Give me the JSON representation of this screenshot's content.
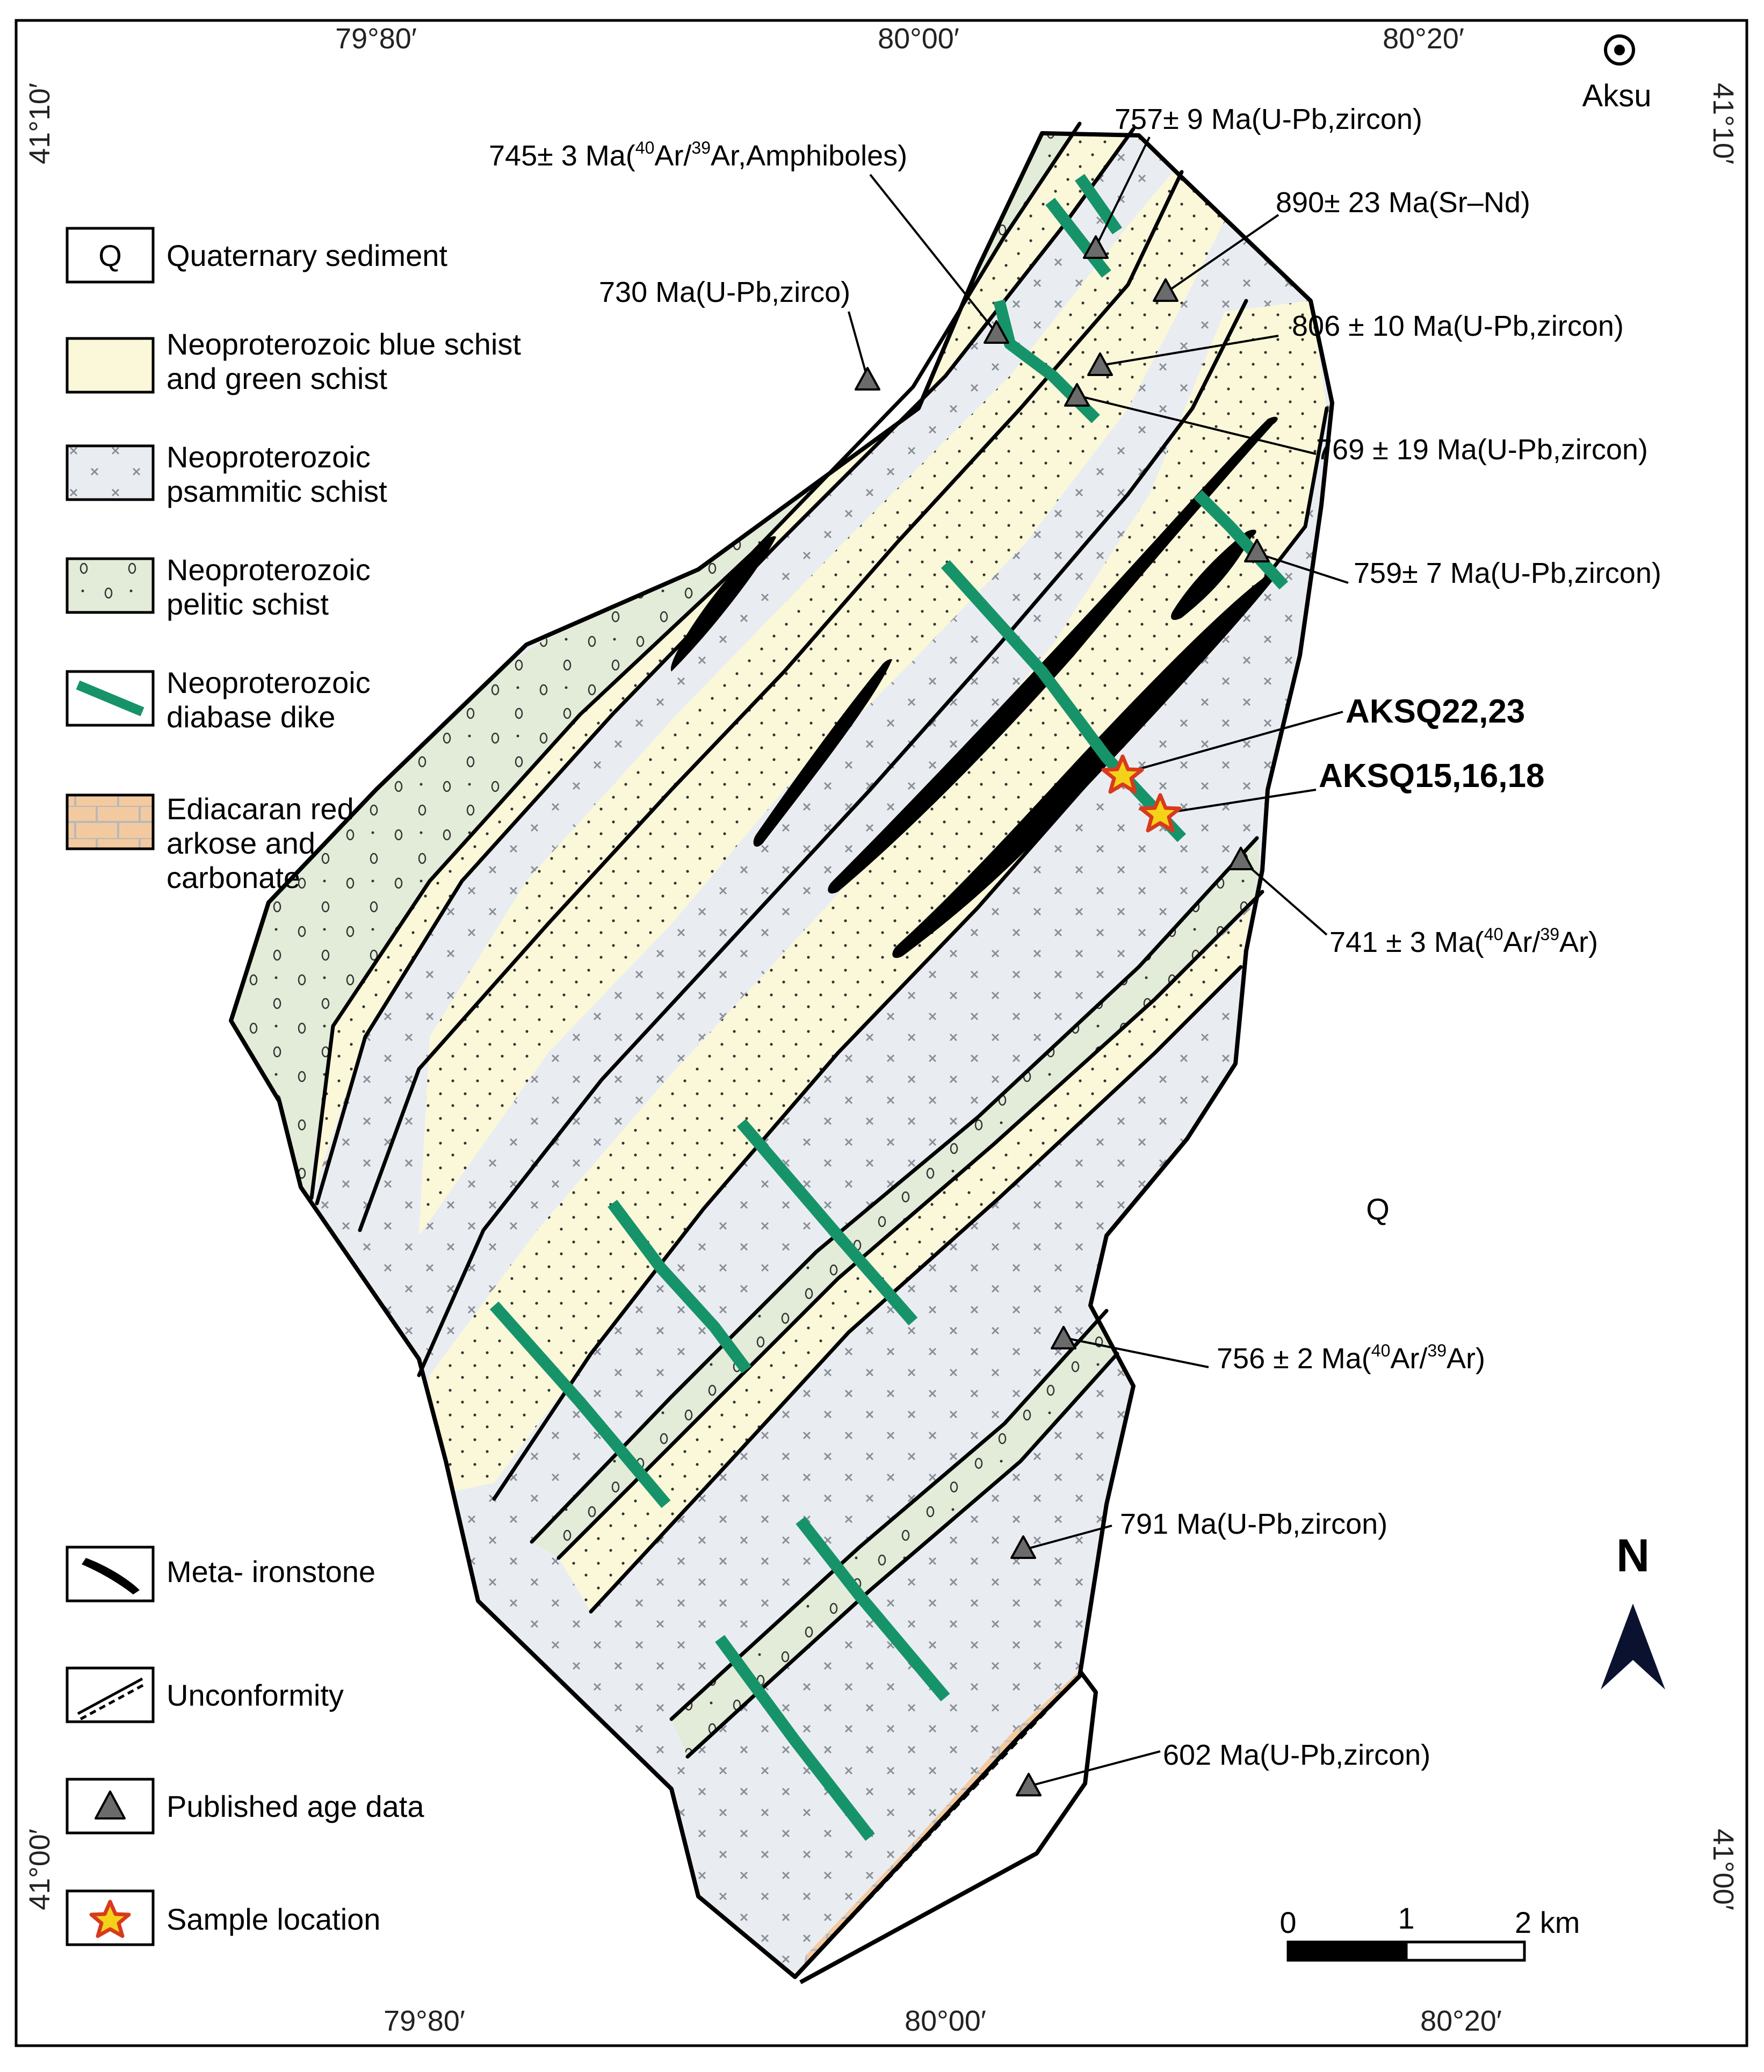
{
  "coords": {
    "top": [
      "79°80′",
      "80°00′",
      "80°20′"
    ],
    "bottom": [
      "79°80′",
      "80°00′",
      "80°20′"
    ],
    "left_top": "41°10′",
    "left_bottom": "41°00′",
    "right_top": "41°10′",
    "right_bottom": "41°00′"
  },
  "city": "Aksu",
  "legend_top": [
    {
      "key": "q",
      "symbol": "Q",
      "lines": [
        "Quaternary sediment"
      ]
    },
    {
      "key": "blue-green-schist",
      "lines": [
        "Neoproterozoic blue schist",
        "and green schist"
      ],
      "color": "#fbf8d9"
    },
    {
      "key": "psammitic",
      "lines": [
        "Neoproterozoic",
        "psammitic schist"
      ],
      "color": "#e9edf2"
    },
    {
      "key": "pelitic",
      "lines": [
        "Neoproterozoic",
        "pelitic schist"
      ],
      "color": "#e2ecd8"
    },
    {
      "key": "diabase",
      "lines": [
        "Neoproterozoic",
        "diabase dike"
      ],
      "color": "#17936a"
    },
    {
      "key": "ediacaran",
      "lines": [
        "Ediacaran red",
        "arkose and",
        "carbonate"
      ],
      "color": "#f3caa0"
    }
  ],
  "legend_bottom": [
    {
      "key": "ironstone",
      "label": "Meta- ironstone"
    },
    {
      "key": "unconformity",
      "label": "Unconformity"
    },
    {
      "key": "age",
      "label": "Published age data"
    },
    {
      "key": "sample",
      "label": "Sample location"
    }
  ],
  "ages": [
    {
      "id": "a757",
      "label": "757± 9 Ma(U-Pb,zircon)"
    },
    {
      "id": "a745",
      "pre": "745± 3 Ma(",
      "s1": "40",
      "m1": "Ar/",
      "s2": "39",
      "post": "Ar,Amphiboles)"
    },
    {
      "id": "a890",
      "label": "890± 23 Ma(Sr–Nd)"
    },
    {
      "id": "a730",
      "label": "730 Ma(U-Pb,zirco)"
    },
    {
      "id": "a806",
      "label": "806 ± 10 Ma(U-Pb,zircon)"
    },
    {
      "id": "a769",
      "label": "769 ± 19 Ma(U-Pb,zircon)"
    },
    {
      "id": "a759",
      "label": "759± 7 Ma(U-Pb,zircon)"
    },
    {
      "id": "a741",
      "pre": "741 ± 3 Ma(",
      "s1": "40",
      "m1": "Ar/",
      "s2": "39",
      "post": "Ar)"
    },
    {
      "id": "a756",
      "pre": "756 ± 2 Ma(",
      "s1": "40",
      "m1": "Ar/",
      "s2": "39",
      "post": "Ar)"
    },
    {
      "id": "a791",
      "label": "791 Ma(U-Pb,zircon)"
    },
    {
      "id": "a602",
      "label": "602 Ma(U-Pb,zircon)"
    }
  ],
  "samples": [
    {
      "id": "s1",
      "label": "AKSQ22,23"
    },
    {
      "id": "s2",
      "label": "AKSQ15,16,18"
    }
  ],
  "quaternary_label": "Q",
  "north": "N",
  "scale": {
    "ticks": [
      "0",
      "1",
      "2 km"
    ]
  }
}
